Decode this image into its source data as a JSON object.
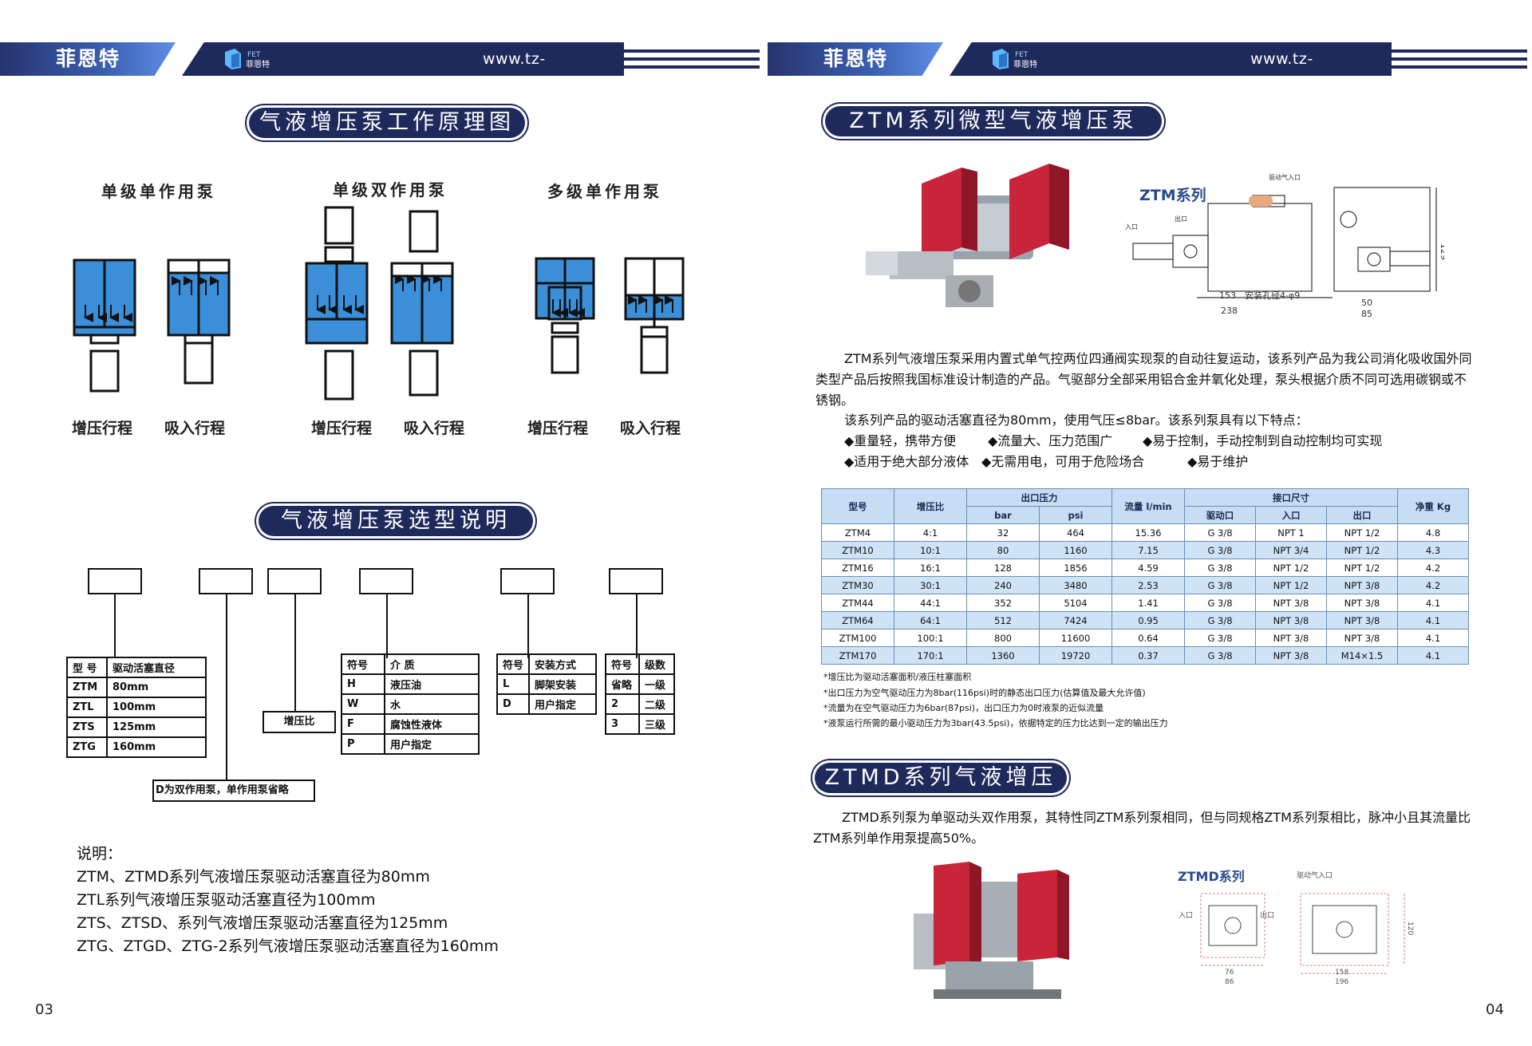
{
  "header": {
    "brand": "菲恩特",
    "logo_text": "FET 菲恩特",
    "url": "www.tz-fet.com"
  },
  "left": {
    "section1_title": "气液增压泵工作原理图",
    "diagrams": [
      {
        "title": "单级单作用泵",
        "labels": [
          "增压行程",
          "吸入行程"
        ]
      },
      {
        "title": "单级双作用泵",
        "labels": [
          "增压行程",
          "吸入行程"
        ]
      },
      {
        "title": "多级单作用泵",
        "labels": [
          "增压行程",
          "吸入行程"
        ]
      }
    ],
    "section2_title": "气液增压泵选型说明",
    "selection": {
      "piston": {
        "head": [
          "型 号",
          "驱动活塞直径"
        ],
        "rows": [
          [
            "ZTM",
            "80mm"
          ],
          [
            "ZTL",
            "100mm"
          ],
          [
            "ZTS",
            "125mm"
          ],
          [
            "ZTG",
            "160mm"
          ]
        ]
      },
      "ratio_label": "增压比",
      "medium": {
        "head": [
          "符号",
          "介 质"
        ],
        "rows": [
          [
            "H",
            "液压油"
          ],
          [
            "W",
            "水"
          ],
          [
            "F",
            "腐蚀性液体"
          ],
          [
            "P",
            "用户指定"
          ]
        ]
      },
      "mount": {
        "head": [
          "符号",
          "安装方式"
        ],
        "rows": [
          [
            "L",
            "脚架安装"
          ],
          [
            "D",
            "用户指定"
          ]
        ]
      },
      "stage": {
        "head": [
          "符号",
          "级数"
        ],
        "rows": [
          [
            "省略",
            "一级"
          ],
          [
            "2",
            "二级"
          ],
          [
            "3",
            "三级"
          ]
        ]
      },
      "double_note": "D为双作用泵，单作用泵省略"
    },
    "notes": {
      "title": "说明：",
      "lines": [
        "ZTM、ZTMD系列气液增压泵驱动活塞直径为80mm",
        "ZTL系列气液增压泵驱动活塞直径为100mm",
        "ZTS、ZTSD、系列气液增压泵驱动活塞直径为125mm",
        "ZTG、ZTGD、ZTG-2系列气液增压泵驱动活塞直径为160mm"
      ]
    },
    "page_number": "03"
  },
  "right": {
    "ztm_title": "ZTM系列微型气液增压泵",
    "ztm_drawing_label": "ZTM系列",
    "ztm_drawing_dims": {
      "d1": "153",
      "d2": "238",
      "d3": "50",
      "d4": "85",
      "d5": "129",
      "note": "安装孔径4-φ9",
      "inlet": "入口",
      "outlet": "出口",
      "air_in": "驱动气入口"
    },
    "ztm_para": "ZTM系列气液增压泵采用内置式单气控两位四通阀实现泵的自动往复运动，该系列产品为我公司消化吸收国外同类型产品后按照我国标准设计制造的产品。气驱部分全部采用铝合金并氧化处理，泵头根据介质不同可选用碳钢或不锈钢。",
    "ztm_para2": "该系列产品的驱动活塞直径为80mm，使用气压≤8bar。该系列泵具有以下特点：",
    "features": [
      "◆重量轻，携带方便",
      "◆流量大、压力范围广",
      "◆易于控制，手动控制到自动控制均可实现",
      "◆适用于绝大部分液体",
      "◆无需用电，可用于危险场合",
      "◆易于维护"
    ],
    "table": {
      "h_model": "型号",
      "h_ratio": "增压比",
      "h_out": "出口压力",
      "h_bar": "bar",
      "h_psi": "psi",
      "h_flow": "流量 l/min",
      "h_port": "接口尺寸",
      "h_drive": "驱动口",
      "h_in": "入口",
      "h_outp": "出口",
      "h_weight": "净重 Kg",
      "rows": [
        [
          "ZTM4",
          "4:1",
          "32",
          "464",
          "15.36",
          "G 3/8",
          "NPT 1",
          "NPT 1/2",
          "4.8"
        ],
        [
          "ZTM10",
          "10:1",
          "80",
          "1160",
          "7.15",
          "G 3/8",
          "NPT 3/4",
          "NPT 1/2",
          "4.3"
        ],
        [
          "ZTM16",
          "16:1",
          "128",
          "1856",
          "4.59",
          "G 3/8",
          "NPT 1/2",
          "NPT 1/2",
          "4.2"
        ],
        [
          "ZTM30",
          "30:1",
          "240",
          "3480",
          "2.53",
          "G 3/8",
          "NPT 1/2",
          "NPT 3/8",
          "4.2"
        ],
        [
          "ZTM44",
          "44:1",
          "352",
          "5104",
          "1.41",
          "G 3/8",
          "NPT 3/8",
          "NPT 3/8",
          "4.1"
        ],
        [
          "ZTM64",
          "64:1",
          "512",
          "7424",
          "0.95",
          "G 3/8",
          "NPT 3/8",
          "NPT 3/8",
          "4.1"
        ],
        [
          "ZTM100",
          "100:1",
          "800",
          "11600",
          "0.64",
          "G 3/8",
          "NPT 3/8",
          "NPT 3/8",
          "4.1"
        ],
        [
          "ZTM170",
          "170:1",
          "1360",
          "19720",
          "0.37",
          "G 3/8",
          "NPT 3/8",
          "M14×1.5",
          "4.1"
        ]
      ]
    },
    "footnotes": [
      "*增压比为驱动活塞面积/液压柱塞面积",
      "*出口压力为空气驱动压力为8bar(116psi)时的静态出口压力(估算值及最大允许值)",
      "*流量为在空气驱动压力为6bar(87psi)，出口压力为0时液泵的近似流量",
      "*液泵运行所需的最小驱动压力为3bar(43.5psi)，依据特定的压力比达到一定的输出压力"
    ],
    "ztmd_title": "ZTMD系列气液增压泵",
    "ztmd_para": "ZTMD系列泵为单驱动头双作用泵，其特性同ZTM系列泵相同，但与同规格ZTM系列泵相比，脉冲小且其流量比ZTM系列单作用泵提高50%。",
    "ztmd_drawing_label": "ZTMD系列",
    "ztmd_dims": {
      "air_in": "驱动气入口",
      "inlet": "入口",
      "outlet": "出口",
      "d1": "76",
      "d2": "86",
      "d3": "158",
      "d4": "196",
      "d5": "120"
    },
    "page_number": "04"
  },
  "colors": {
    "navy": "#1f2a5c",
    "pump_blue": "#3b8fd9",
    "table_head": "#c6ddf3",
    "table_alt": "#cfe3f7",
    "photo_red": "#c8253a"
  }
}
